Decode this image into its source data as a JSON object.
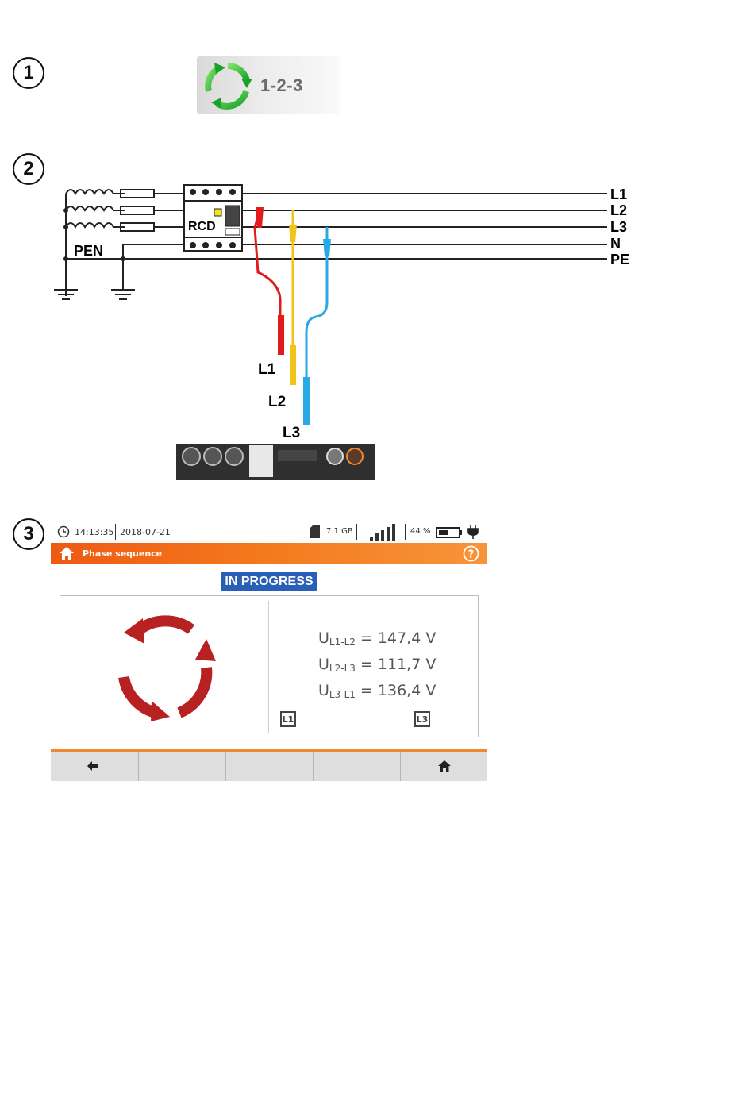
{
  "steps": [
    "1",
    "2",
    "3"
  ],
  "function_tile": {
    "label": "1-2-3",
    "icon": "rotation-arrows-icon"
  },
  "wiring": {
    "lines": [
      "L1",
      "L2",
      "L3",
      "N",
      "PE"
    ],
    "rcd_label": "RCD",
    "pen_label": "PEN",
    "probe_labels": [
      "L1",
      "L2",
      "L3"
    ],
    "probe_colors": {
      "L1": "#e01b1b",
      "L2": "#f2c41a",
      "L3": "#29a9e6"
    }
  },
  "screen": {
    "status": {
      "time": "14:13:35",
      "date": "2018-07-21",
      "storage": "7.1 GB",
      "battery": "44 %"
    },
    "title": "Phase sequence",
    "status_badge": "IN PROGRESS",
    "measurements": [
      {
        "symbol": "U",
        "sub": "L1-L2",
        "text": "= 147,4 V"
      },
      {
        "symbol": "U",
        "sub": "L2-L3",
        "text": "= 111,7 V"
      },
      {
        "symbol": "U",
        "sub": "L3-L1",
        "text": "= 136,4 V"
      }
    ],
    "probe_labels": [
      "L1",
      "L3"
    ],
    "accent_color": "#f47a1e",
    "badge_color": "#2a5fb8",
    "rotation_color": "#b82121"
  }
}
